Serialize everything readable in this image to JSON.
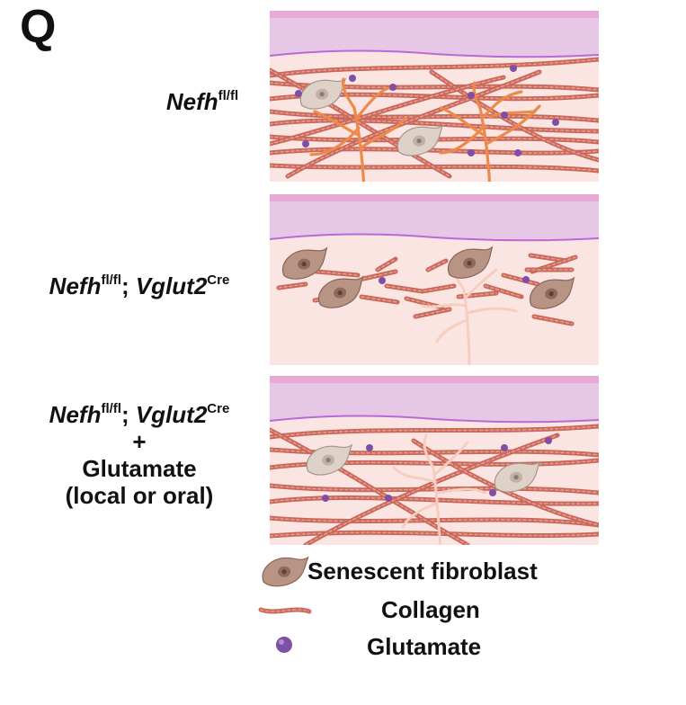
{
  "panel_letter": "Q",
  "rows": [
    {
      "label_html": "<i>Nefh</i><sup>fl/fl</sup>"
    },
    {
      "label_html": "<i>Nefh</i><sup>fl/fl</sup>; <i>Vglut2</i><sup>Cre</sup>"
    },
    {
      "label_html": "<i>Nefh</i><sup>fl/fl</sup>; <i>Vglut2</i><sup>Cre</sup><br>+<br>Glutamate<br>(local or oral)"
    }
  ],
  "legend": {
    "fibroblast": "Senescent fibroblast",
    "collagen": "Collagen",
    "glutamate": "Glutamate"
  },
  "colors": {
    "epidermis": "#e6c8e6",
    "epidermis_top": "#e7a9d6",
    "basement_line": "#b86ad6",
    "dermis": "#fbe5e2",
    "collagen": "#c8685a",
    "collagen_light": "#e99a8c",
    "nerve_intact": "#ec8a4a",
    "nerve_faint": "#f7cdbf",
    "fibroblast_dark": "#b89484",
    "fibroblast_dark_edge": "#8a6658",
    "fibroblast_light": "#ddd1c8",
    "fibroblast_light_edge": "#a59489",
    "glutamate": "#7f4fa6"
  }
}
